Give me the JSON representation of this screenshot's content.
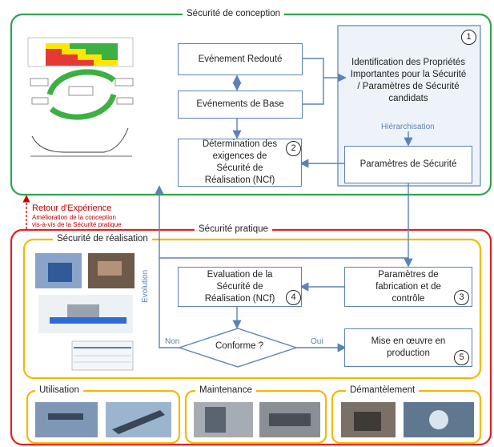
{
  "sections": {
    "conception": "Sécurité de conception",
    "pratique": "Sécurité pratique",
    "realisation": "Sécurité de réalisation",
    "utilisation": "Utilisation",
    "maintenance": "Maintenance",
    "demantelement": "Démantèlement"
  },
  "boxes": {
    "evenement_redoute": "Evénement Redouté",
    "evenements_base": "Evénements de Base",
    "identification": "Identification des Propriétés Importantes pour la Sécurité / Paramètres de Sécurité candidats",
    "determination": "Détermination des exigences de Sécurité de Réalisation (NCf)",
    "parametres_securite": "Paramètres de Sécurité",
    "evaluation": "Evaluation de la Sécurité de Réalisation (NCf)",
    "parametres_fabrication": "Paramètres de fabrication et de contrôle",
    "conforme": "Conforme ?",
    "mise_en_oeuvre": "Mise en œuvre en production"
  },
  "numbers": {
    "n1": "1",
    "n2": "2",
    "n3": "3",
    "n4": "4",
    "n5": "5"
  },
  "edge_labels": {
    "hierarchisation": "Hiérarchisation",
    "evolution": "Evolution",
    "non": "Non",
    "oui": "Oui"
  },
  "feedback": {
    "title": "Retour d'Expérience",
    "line1": "Amélioration de la conception",
    "line2": "vis-à-vis de la Sécurité pratique"
  },
  "colors": {
    "green": "#2ea44f",
    "red": "#e02020",
    "orange": "#f5b800",
    "blue": "#5b82b6"
  }
}
